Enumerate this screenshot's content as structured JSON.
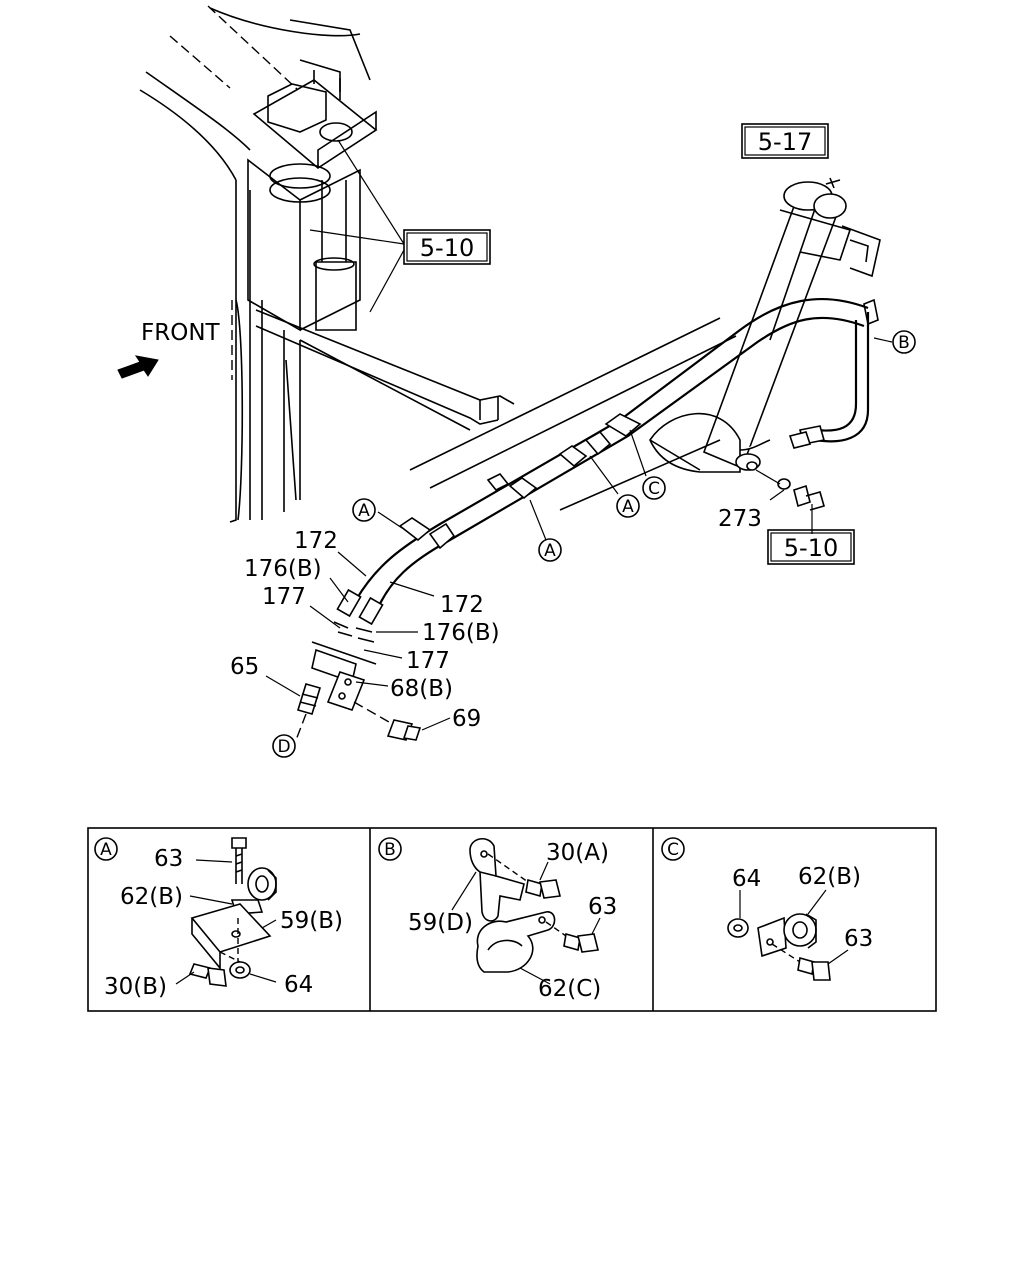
{
  "main": {
    "front_label": "FRONT",
    "refs": {
      "r517": "5-17",
      "r510a": "5-10",
      "r510b": "5-10"
    },
    "parts": {
      "p172a": "172",
      "p176a": "176(B)",
      "p177a": "177",
      "p172b": "172",
      "p176b": "176(B)",
      "p177b": "177",
      "p65": "65",
      "p68": "68(B)",
      "p69": "69",
      "p273": "273"
    },
    "callouts": {
      "a": "A",
      "b": "B",
      "c": "C",
      "d": "D"
    }
  },
  "details": {
    "a": {
      "marker": "A",
      "labels": {
        "p63": "63",
        "p62": "62(B)",
        "p59": "59(B)",
        "p30": "30(B)",
        "p64": "64"
      }
    },
    "b": {
      "marker": "B",
      "labels": {
        "p30": "30(A)",
        "p63": "63",
        "p59": "59(D)",
        "p62": "62(C)"
      }
    },
    "c": {
      "marker": "C",
      "labels": {
        "p64": "64",
        "p62": "62(B)",
        "p63": "63"
      }
    }
  }
}
